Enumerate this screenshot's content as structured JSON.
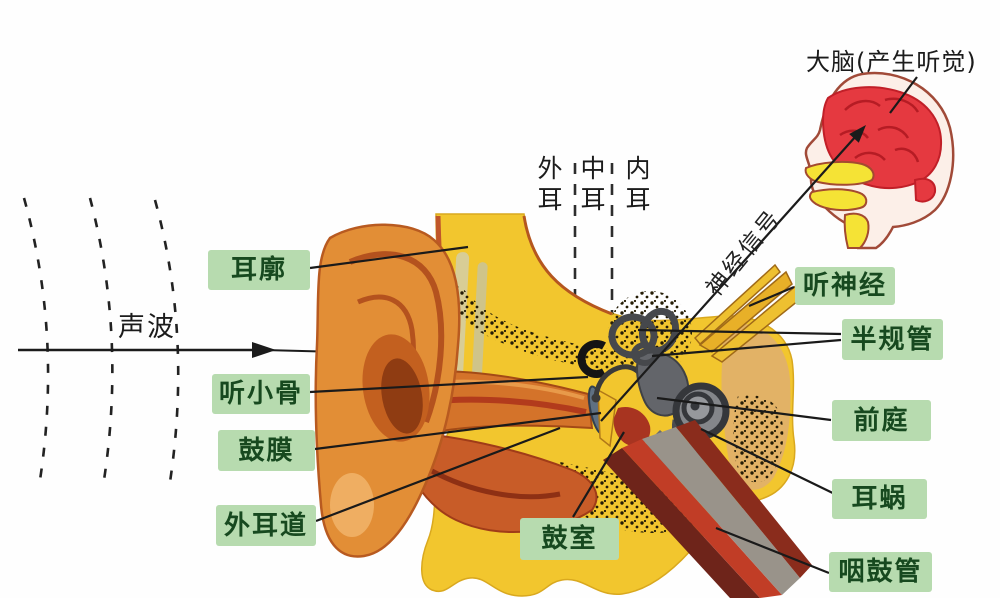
{
  "figure_type": "ear-anatomy-diagram",
  "labels": {
    "pinna": "耳廓",
    "sound_wave": "声波",
    "ossicles": "听小骨",
    "eardrum": "鼓膜",
    "ear_canal": "外耳道",
    "tympanic_cavity": "鼓室",
    "auditory_nerve": "听神经",
    "semicircular_canals": "半规管",
    "vestibule": "前庭",
    "cochlea": "耳蜗",
    "eustachian_tube": "咽鼓管",
    "brain": "大脑(产生听觉)",
    "nerve_signal": "神经信号",
    "outer_ear": "外耳",
    "middle_ear": "中耳",
    "inner_ear": "内耳"
  },
  "colors": {
    "label_bg": "#b7dbaf",
    "label_text": "#17491f",
    "ink": "#1b1b1b",
    "ear_yellow": "#f2c62e",
    "pinna_orange": "#e28e36",
    "canal_orange": "#d4732a",
    "muscle_red": "#c85c28",
    "inner_ear_gray": "#46484c",
    "tube_gray": "#99938a",
    "brain_red": "#e53940",
    "skin_light": "#fcefe8"
  }
}
